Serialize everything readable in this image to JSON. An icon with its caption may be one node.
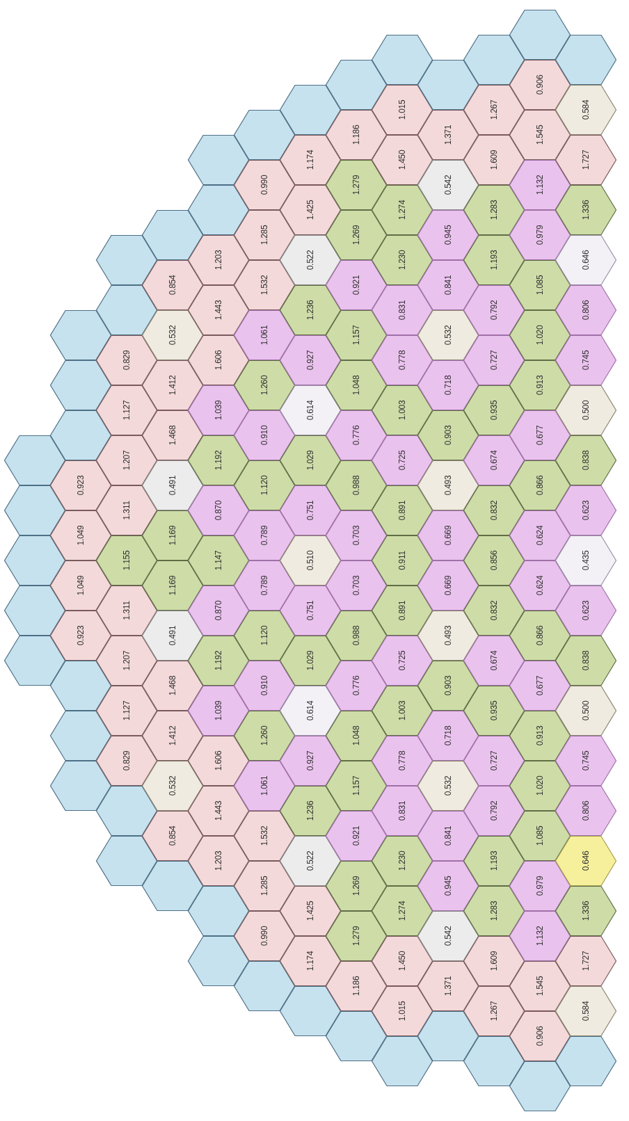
{
  "diagram": {
    "nodes": [
      {
        "text": [],
        "shape": "hexagon"
      },
      {
        "text": [],
        "shape": "hexagon"
      },
      {
        "text": [],
        "shape": "hexagon"
      },
      {
        "text": [],
        "shape": "hexagon"
      },
      {
        "text": [],
        "shape": "hexagon"
      },
      {
        "text": [],
        "shape": "hexagon"
      },
      {
        "text": [],
        "shape": "hexagon"
      },
      {
        "text": [],
        "shape": "hexagon"
      },
      {
        "text": [
          "0.923"
        ]
      },
      {
        "text": [
          "1.049"
        ]
      },
      {
        "text": [
          "1.049"
        ]
      },
      {
        "text": [
          "0.923"
        ]
      },
      {
        "text": [],
        "shape": "hexagon"
      },
      {
        "text": [],
        "shape": "hexagon"
      },
      {
        "text": [],
        "shape": "hexagon"
      },
      {
        "text": [],
        "shape": "hexagon"
      },
      {
        "text": [],
        "shape": "hexagon"
      },
      {
        "text": [
          "0.829"
        ]
      },
      {
        "text": [
          "1.127"
        ]
      },
      {
        "text": [
          "1.207"
        ]
      },
      {
        "text": [
          "1.311"
        ]
      },
      {
        "text": [
          "1.155"
        ]
      },
      {
        "text": [
          "1.311"
        ]
      },
      {
        "text": [
          "1.207"
        ]
      },
      {
        "text": [
          "1.127"
        ]
      },
      {
        "text": [
          "0.829"
        ]
      },
      {
        "text": [],
        "shape": "hexagon"
      },
      {
        "text": [],
        "shape": "hexagon"
      },
      {
        "text": [],
        "shape": "hexagon"
      },
      {
        "text": [
          "0.854"
        ]
      },
      {
        "text": [
          "0.532"
        ]
      },
      {
        "text": [
          "1.412"
        ]
      },
      {
        "text": [
          "1.468"
        ]
      },
      {
        "text": [
          "0.491"
        ]
      },
      {
        "text": [
          "1.169"
        ]
      },
      {
        "text": [
          "1.169"
        ]
      },
      {
        "text": [
          "0.491"
        ]
      },
      {
        "text": [
          "1.468"
        ]
      },
      {
        "text": [
          "1.412"
        ]
      },
      {
        "text": [
          "0.532"
        ]
      },
      {
        "text": [
          "0.854"
        ]
      },
      {
        "text": [],
        "shape": "hexagon"
      },
      {
        "text": [],
        "shape": "hexagon"
      },
      {
        "text": [],
        "shape": "hexagon"
      },
      {
        "text": [
          "1.203"
        ]
      },
      {
        "text": [
          "1.443"
        ]
      },
      {
        "text": [
          "1.606"
        ]
      },
      {
        "text": [
          "1.039"
        ]
      },
      {
        "text": [
          "1.192"
        ]
      },
      {
        "text": [
          "0.870"
        ]
      },
      {
        "text": [
          "1.147"
        ]
      },
      {
        "text": [
          "0.870"
        ]
      },
      {
        "text": [
          "1.192"
        ]
      },
      {
        "text": [
          "1.039"
        ]
      },
      {
        "text": [
          "1.606"
        ]
      },
      {
        "text": [
          "1.443"
        ]
      },
      {
        "text": [
          "1.203"
        ]
      },
      {
        "text": [],
        "shape": "hexagon"
      },
      {
        "text": [],
        "shape": "hexagon"
      },
      {
        "text": [],
        "shape": "hexagon"
      },
      {
        "text": [
          "0.990"
        ]
      },
      {
        "text": [
          "1.285"
        ]
      },
      {
        "text": [
          "1.532"
        ]
      },
      {
        "text": [
          "1.061"
        ]
      },
      {
        "text": [
          "1.260"
        ]
      },
      {
        "text": [
          "0.910"
        ]
      },
      {
        "text": [
          "1.120"
        ]
      },
      {
        "text": [
          "0.789"
        ]
      },
      {
        "text": [
          "0.789"
        ]
      },
      {
        "text": [
          "1.120"
        ]
      },
      {
        "text": [
          "0.910"
        ]
      },
      {
        "text": [
          "1.260"
        ]
      },
      {
        "text": [
          "1.061"
        ]
      },
      {
        "text": [
          "1.532"
        ]
      },
      {
        "text": [
          "1.285"
        ]
      },
      {
        "text": [
          "0.990"
        ]
      },
      {
        "text": [],
        "shape": "hexagon"
      },
      {
        "text": [],
        "shape": "hexagon"
      },
      {
        "text": [
          "1.174"
        ]
      },
      {
        "text": [
          "1.425"
        ]
      },
      {
        "text": [
          "0.522"
        ]
      },
      {
        "text": [
          "1.236"
        ]
      },
      {
        "text": [
          "0.927"
        ]
      },
      {
        "text": [
          "0.614"
        ]
      },
      {
        "text": [
          "1.029"
        ]
      },
      {
        "text": [
          "0.751"
        ]
      },
      {
        "text": [
          "0.510"
        ]
      },
      {
        "text": [
          "0.751"
        ]
      },
      {
        "text": [
          "1.029"
        ]
      },
      {
        "text": [
          "0.614"
        ]
      },
      {
        "text": [
          "0.927"
        ]
      },
      {
        "text": [
          "1.236"
        ]
      },
      {
        "text": [
          "0.522"
        ]
      },
      {
        "text": [
          "1.425"
        ]
      },
      {
        "text": [
          "1.174"
        ]
      },
      {
        "text": [],
        "shape": "hexagon"
      },
      {
        "text": [],
        "shape": "hexagon"
      },
      {
        "text": [
          "1.186"
        ]
      },
      {
        "text": [
          "1.279"
        ]
      },
      {
        "text": [
          "1.269"
        ]
      },
      {
        "text": [
          "0.921"
        ]
      },
      {
        "text": [
          "1.157"
        ]
      },
      {
        "text": [
          "1.048"
        ]
      },
      {
        "text": [
          "0.776"
        ]
      },
      {
        "text": [
          "0.988"
        ]
      },
      {
        "text": [
          "0.703"
        ]
      },
      {
        "text": [
          "0.703"
        ]
      },
      {
        "text": [
          "0.988"
        ]
      },
      {
        "text": [
          "0.776"
        ]
      },
      {
        "text": [
          "1.048"
        ]
      },
      {
        "text": [
          "1.157"
        ]
      },
      {
        "text": [
          "0.921"
        ]
      },
      {
        "text": [
          "1.269"
        ]
      },
      {
        "text": [
          "1.279"
        ]
      },
      {
        "text": [
          "1.186"
        ]
      },
      {
        "text": [],
        "shape": "hexagon"
      },
      {
        "text": [],
        "shape": "hexagon"
      },
      {
        "text": [
          "1.015"
        ]
      },
      {
        "text": [
          "1.450"
        ]
      },
      {
        "text": [
          "1.274"
        ]
      },
      {
        "text": [
          "1.230"
        ]
      },
      {
        "text": [
          "0.831"
        ]
      },
      {
        "text": [
          "0.778"
        ]
      },
      {
        "text": [
          "1.003"
        ]
      },
      {
        "text": [
          "0.725"
        ]
      },
      {
        "text": [
          "0.891"
        ]
      },
      {
        "text": [
          "0.911"
        ]
      },
      {
        "text": [
          "0.891"
        ]
      },
      {
        "text": [
          "0.725"
        ]
      },
      {
        "text": [
          "1.003"
        ]
      },
      {
        "text": [
          "0.778"
        ]
      },
      {
        "text": [
          "0.831"
        ]
      },
      {
        "text": [
          "1.230"
        ]
      },
      {
        "text": [
          "1.274"
        ]
      },
      {
        "text": [
          "1.450"
        ]
      },
      {
        "text": [
          "1.015"
        ]
      },
      {
        "text": [],
        "shape": "hexagon"
      },
      {
        "text": [],
        "shape": "hexagon"
      },
      {
        "text": [
          "1.371"
        ]
      },
      {
        "text": [
          "0.542"
        ]
      },
      {
        "text": [
          "0.945"
        ]
      },
      {
        "text": [
          "0.841"
        ]
      },
      {
        "text": [
          "0.532"
        ]
      },
      {
        "text": [
          "0.718"
        ]
      },
      {
        "text": [
          "0.903"
        ]
      },
      {
        "text": [
          "0.493"
        ]
      },
      {
        "text": [
          "0.669"
        ]
      },
      {
        "text": [
          "0.669"
        ]
      },
      {
        "text": [
          "0.493"
        ]
      },
      {
        "text": [
          "0.903"
        ]
      },
      {
        "text": [
          "0.718"
        ]
      },
      {
        "text": [
          "0.532"
        ]
      },
      {
        "text": [
          "0.841"
        ]
      },
      {
        "text": [
          "0.945"
        ]
      },
      {
        "text": [
          "0.542"
        ]
      },
      {
        "text": [
          "1.371"
        ]
      },
      {
        "text": [],
        "shape": "hexagon"
      },
      {
        "text": [],
        "shape": "hexagon"
      },
      {
        "text": [
          "1.267"
        ]
      },
      {
        "text": [
          "1.609"
        ]
      },
      {
        "text": [
          "1.283"
        ]
      },
      {
        "text": [
          "1.193"
        ]
      },
      {
        "text": [
          "0.792"
        ]
      },
      {
        "text": [
          "0.727"
        ]
      },
      {
        "text": [
          "0.935"
        ]
      },
      {
        "text": [
          "0.674"
        ]
      },
      {
        "text": [
          "0.832"
        ]
      },
      {
        "text": [
          "0.856"
        ]
      },
      {
        "text": [
          "0.832"
        ]
      },
      {
        "text": [
          "0.674"
        ]
      },
      {
        "text": [
          "0.935"
        ]
      },
      {
        "text": [
          "0.727"
        ]
      },
      {
        "text": [
          "0.792"
        ]
      },
      {
        "text": [
          "1.193"
        ]
      },
      {
        "text": [
          "1.283"
        ]
      },
      {
        "text": [
          "1.609"
        ]
      },
      {
        "text": [
          "1.267"
        ]
      },
      {
        "text": [],
        "shape": "hexagon"
      },
      {
        "text": [],
        "shape": "hexagon"
      },
      {
        "text": [
          "0.906"
        ]
      },
      {
        "text": [
          "1.545"
        ]
      },
      {
        "text": [
          "1.132"
        ]
      },
      {
        "text": [
          "0.979"
        ]
      },
      {
        "text": [
          "1.085"
        ]
      },
      {
        "text": [
          "1.020"
        ]
      },
      {
        "text": [
          "0.913"
        ]
      },
      {
        "text": [
          "0.677"
        ]
      },
      {
        "text": [
          "0.866"
        ]
      },
      {
        "text": [
          "0.624"
        ]
      },
      {
        "text": [
          "0.624"
        ]
      },
      {
        "text": [
          "0.866"
        ]
      },
      {
        "text": [
          "0.677"
        ]
      },
      {
        "text": [
          "0.913"
        ]
      },
      {
        "text": [
          "1.020"
        ]
      },
      {
        "text": [
          "1.085"
        ]
      },
      {
        "text": [
          "0.979"
        ]
      },
      {
        "text": [
          "1.132"
        ]
      },
      {
        "text": [
          "1.545"
        ]
      },
      {
        "text": [
          "0.906"
        ]
      },
      {
        "text": [],
        "shape": "hexagon"
      },
      {
        "text": [],
        "shape": "hexagon"
      },
      {
        "text": [
          "0.584"
        ]
      },
      {
        "text": [
          "1.727"
        ]
      },
      {
        "text": [
          "1.336"
        ]
      },
      {
        "text": [
          "0.646"
        ]
      },
      {
        "text": [
          "0.806"
        ]
      },
      {
        "text": [
          "0.745"
        ]
      },
      {
        "text": [
          "0.500"
        ]
      },
      {
        "text": [
          "0.838"
        ]
      },
      {
        "text": [
          "0.623"
        ]
      },
      {
        "text": [
          "0.435"
        ]
      },
      {
        "text": [
          "0.623"
        ]
      },
      {
        "text": [
          "0.838"
        ]
      },
      {
        "text": [
          "0.500"
        ]
      },
      {
        "text": [
          "0.745"
        ]
      },
      {
        "text": [
          "0.806"
        ]
      },
      {
        "text": [
          "0.646"
        ]
      },
      {
        "text": [
          "1.336"
        ]
      },
      {
        "text": [
          "1.727"
        ]
      },
      {
        "text": [
          "0.584"
        ]
      },
      {
        "text": [],
        "shape": "hexagon"
      }
    ]
  }
}
